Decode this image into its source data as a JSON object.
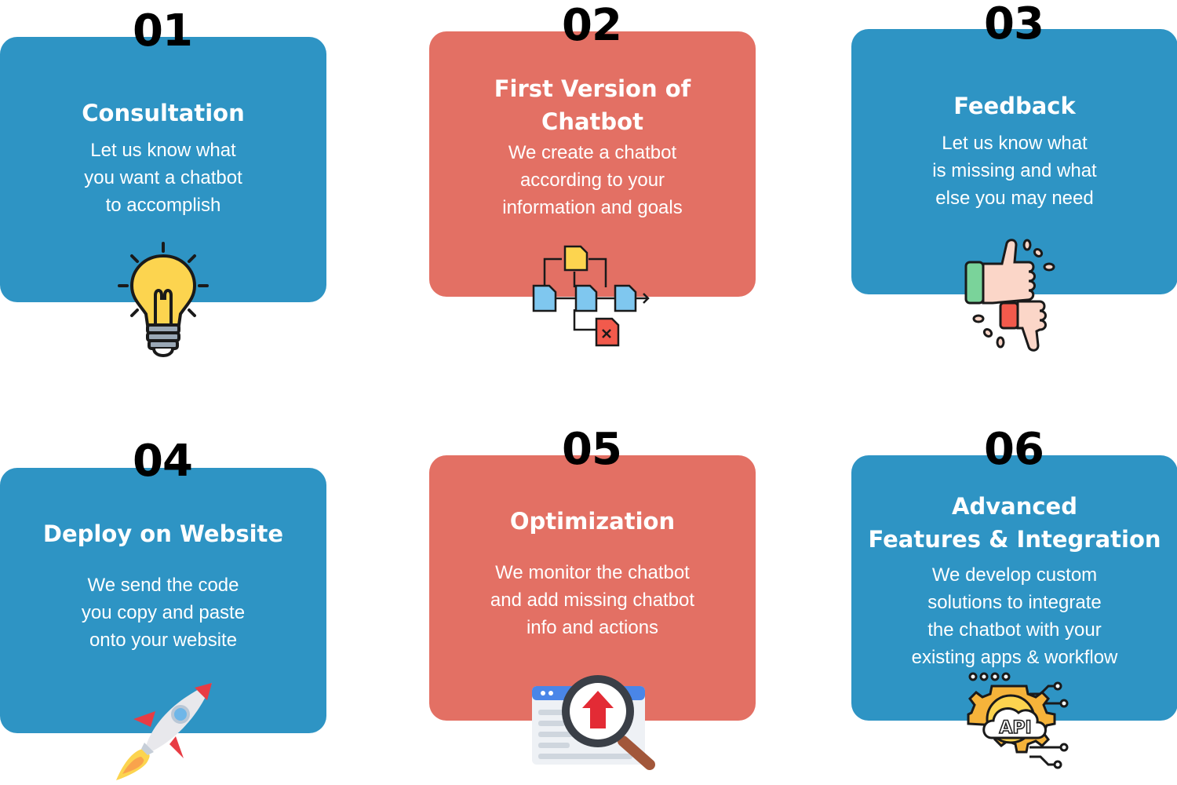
{
  "steps": [
    {
      "number": "01",
      "title": "Consultation",
      "desc": [
        "Let us know what",
        "you want a chatbot",
        "to accomplish"
      ],
      "color": "#2e94c4",
      "icon": "lightbulb-icon"
    },
    {
      "number": "02",
      "title": [
        "First Version of",
        "Chatbot"
      ],
      "desc": [
        "We create a chatbot",
        "according to your",
        "information and goals"
      ],
      "color": "#e37064",
      "icon": "flowchart-icon"
    },
    {
      "number": "03",
      "title": "Feedback",
      "desc": [
        "Let us know what",
        "is missing and what",
        "else you may need"
      ],
      "color": "#2e94c4",
      "icon": "thumbs-up-down-icon"
    },
    {
      "number": "04",
      "title": "Deploy on Website",
      "desc": [
        "We send the code",
        "you copy and paste",
        "onto your website"
      ],
      "color": "#2e94c4",
      "icon": "rocket-icon"
    },
    {
      "number": "05",
      "title": "Optimization",
      "desc": [
        "We monitor the chatbot",
        "and add missing chatbot",
        "info and actions"
      ],
      "color": "#e37064",
      "icon": "magnifier-upload-icon"
    },
    {
      "number": "06",
      "title": [
        "Advanced",
        "Features & Integration"
      ],
      "desc": [
        "We develop custom",
        "solutions to integrate",
        "the chatbot with your",
        "existing apps & workflow"
      ],
      "color": "#2e94c4",
      "icon": "api-gear-icon"
    }
  ],
  "api_icon_text": "API"
}
